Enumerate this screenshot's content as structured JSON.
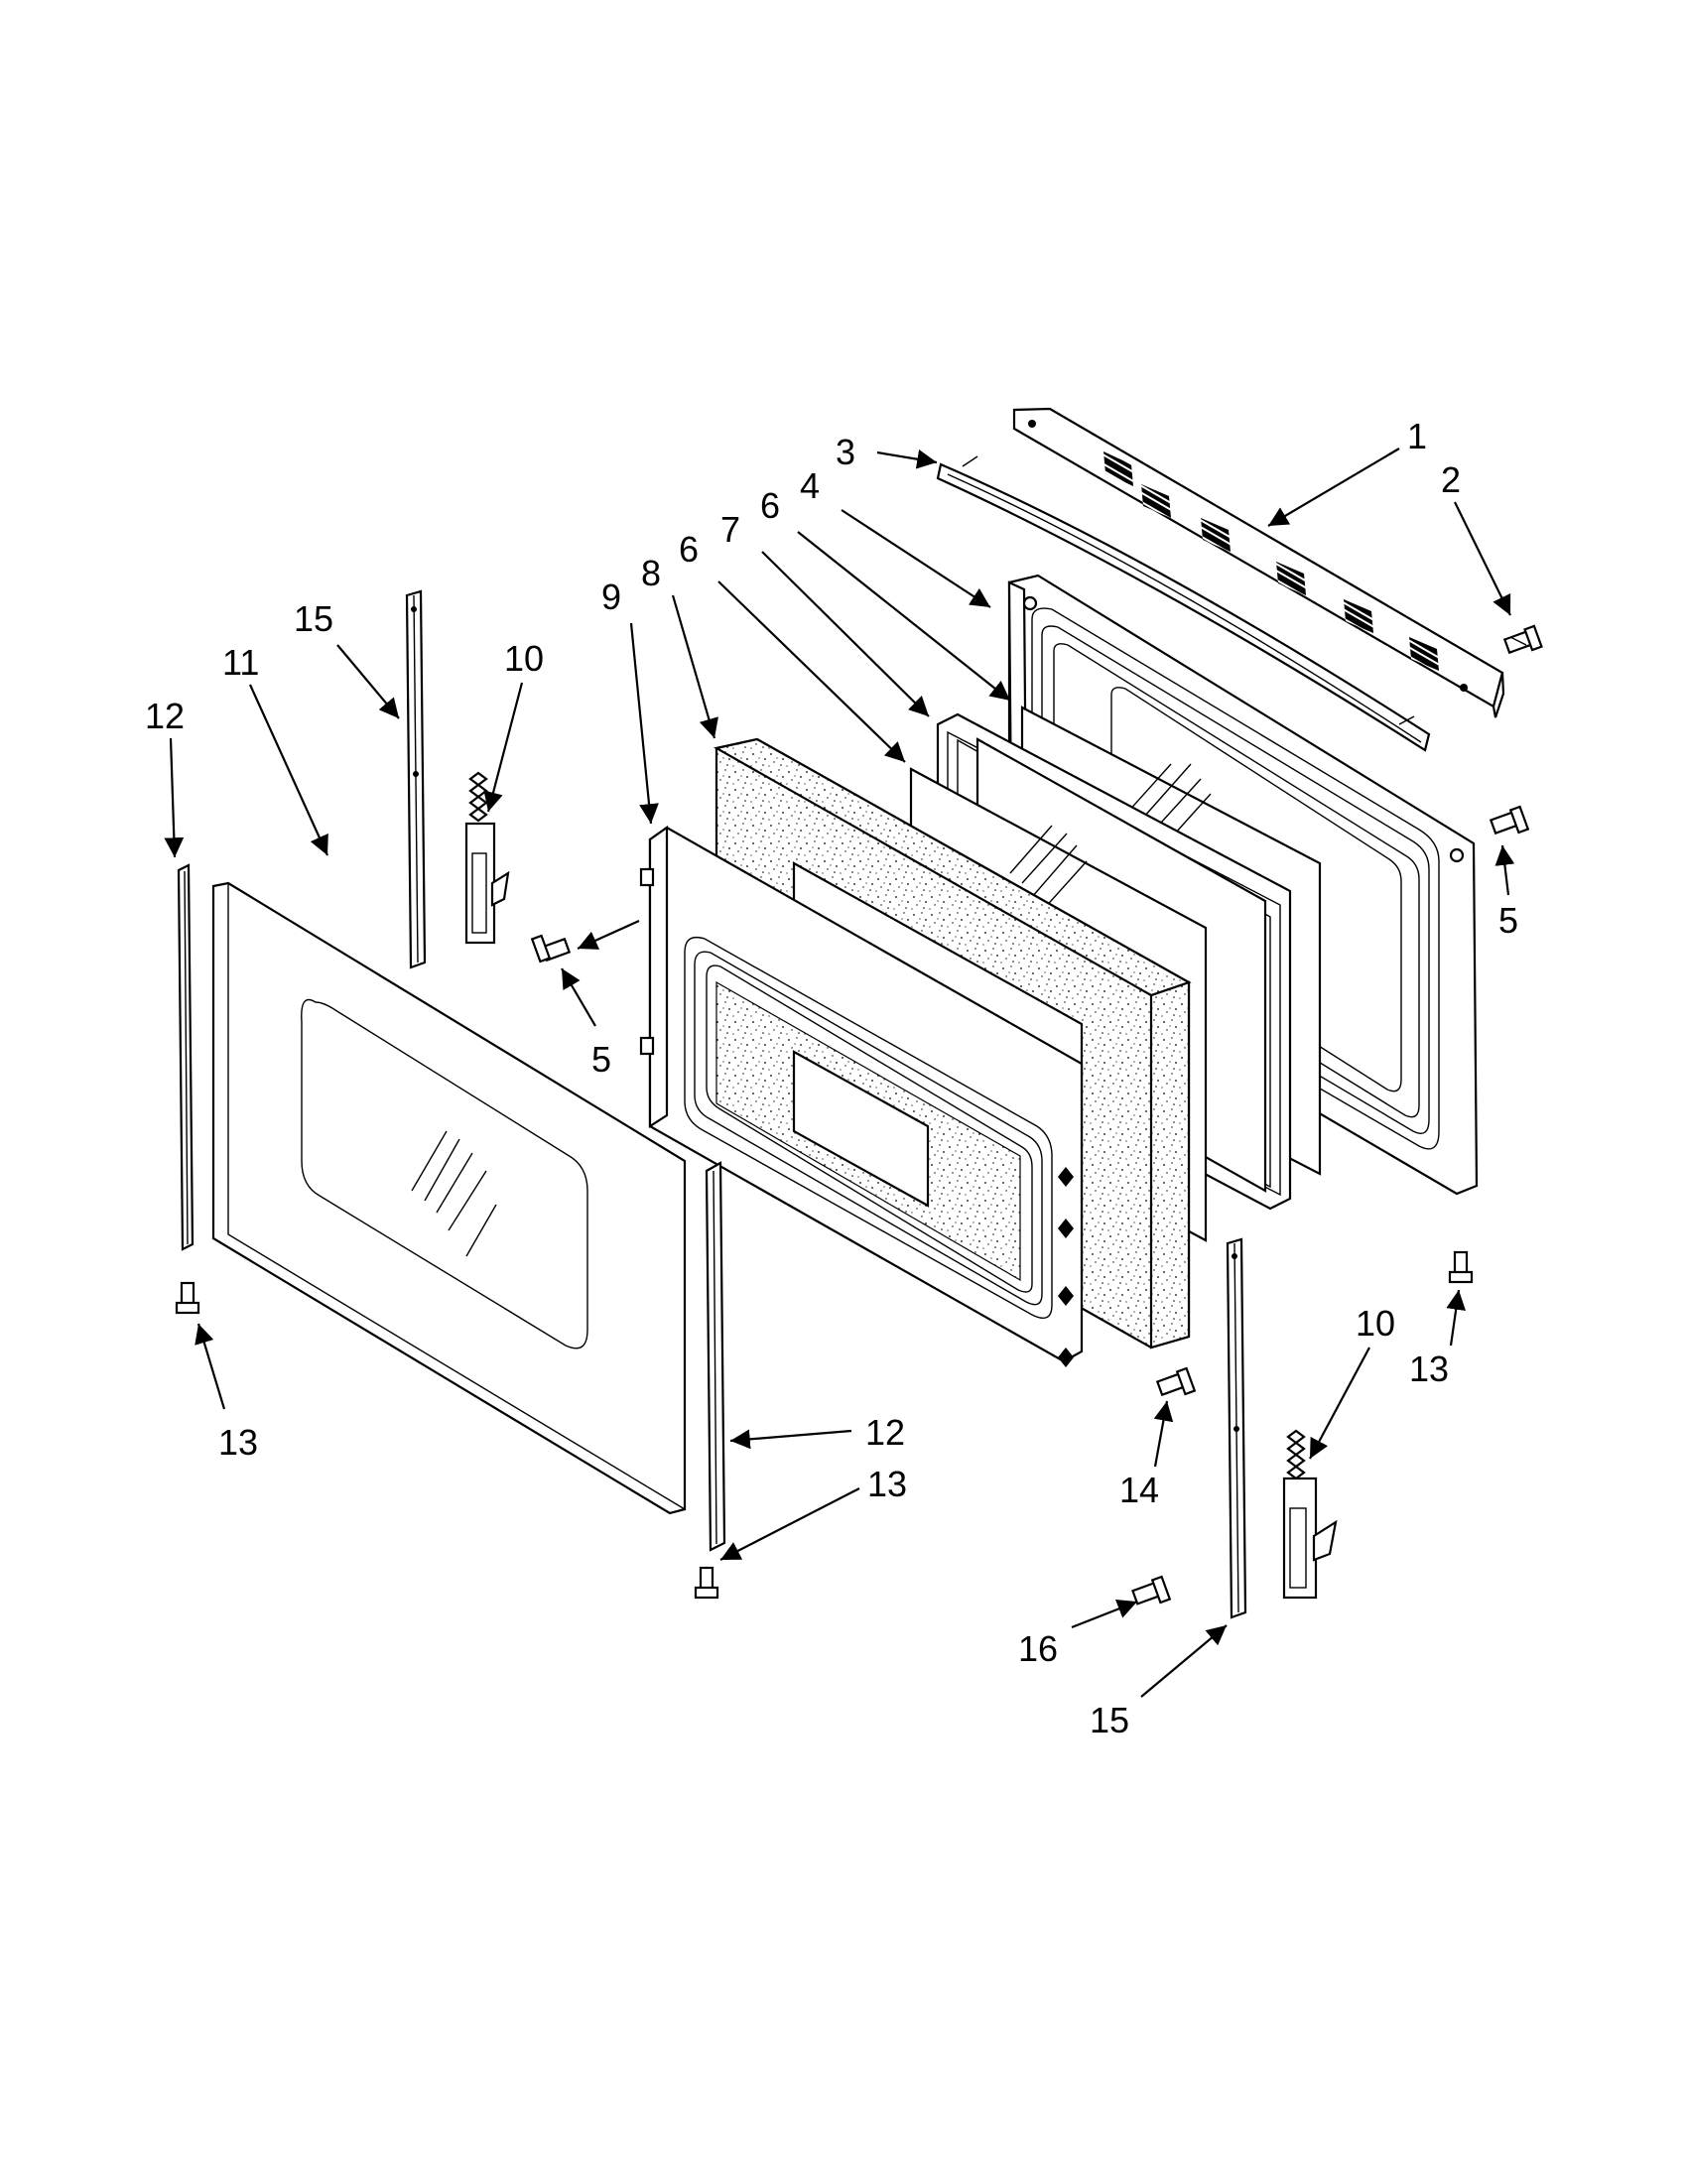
{
  "callouts": [
    {
      "id": "c1",
      "label": "1"
    },
    {
      "id": "c2",
      "label": "2"
    },
    {
      "id": "c3",
      "label": "3"
    },
    {
      "id": "c4",
      "label": "4"
    },
    {
      "id": "c6a",
      "label": "6"
    },
    {
      "id": "c7",
      "label": "7"
    },
    {
      "id": "c6b",
      "label": "6"
    },
    {
      "id": "c8",
      "label": "8"
    },
    {
      "id": "c9",
      "label": "9"
    },
    {
      "id": "c15a",
      "label": "15"
    },
    {
      "id": "c10a",
      "label": "10"
    },
    {
      "id": "c11",
      "label": "11"
    },
    {
      "id": "c12a",
      "label": "12"
    },
    {
      "id": "c5a",
      "label": "5"
    },
    {
      "id": "c5b",
      "label": "5"
    },
    {
      "id": "c13a",
      "label": "13"
    },
    {
      "id": "c12b",
      "label": "12"
    },
    {
      "id": "c13b",
      "label": "13"
    },
    {
      "id": "c14",
      "label": "14"
    },
    {
      "id": "c10b",
      "label": "10"
    },
    {
      "id": "c13c",
      "label": "13"
    },
    {
      "id": "c16",
      "label": "16"
    },
    {
      "id": "c15b",
      "label": "15"
    }
  ]
}
